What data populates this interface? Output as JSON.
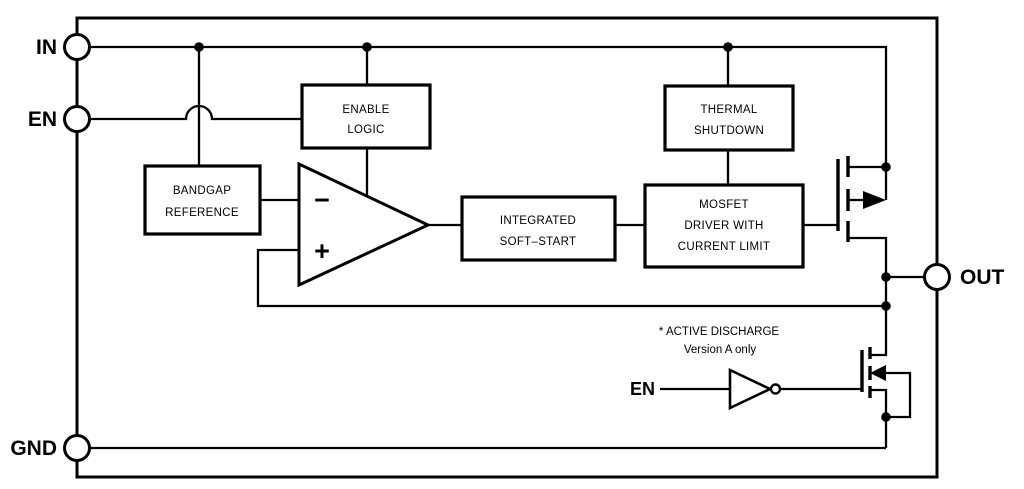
{
  "diagram": {
    "pins": {
      "in": "IN",
      "en": "EN",
      "gnd": "GND",
      "out": "OUT"
    },
    "blocks": {
      "enable_logic": [
        "ENABLE",
        "LOGIC"
      ],
      "bandgap_reference": [
        "BANDGAP",
        "REFERENCE"
      ],
      "thermal_shutdown": [
        "THERMAL",
        "SHUTDOWN"
      ],
      "integrated_soft_start": [
        "INTEGRATED",
        "SOFT–START"
      ],
      "mosfet_driver": [
        "MOSFET",
        "DRIVER WITH",
        "CURRENT LIMIT"
      ]
    },
    "opamp": {
      "inverting_label": "−",
      "noninverting_label": "+"
    },
    "discharge": {
      "note_line1": "* ACTIVE DISCHARGE",
      "note_line2": "Version A only",
      "inverter_input_label": "EN"
    },
    "colors": {
      "line": "#000000",
      "background": "#ffffff"
    }
  }
}
